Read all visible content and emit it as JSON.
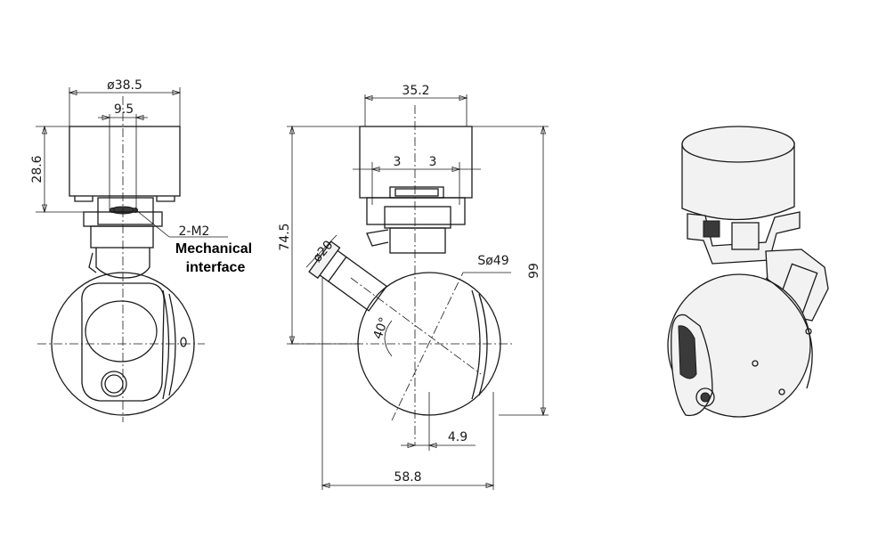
{
  "dimensions": {
    "front_diameter": "ø38.5",
    "front_width": "9.5",
    "front_height": "28.6",
    "screw": "2-M2",
    "side_width": "35.2",
    "side_left_offset": "3",
    "side_right_offset": "3",
    "side_height_mount": "74.5",
    "lens_diameter": "ø20",
    "ball_diameter": "Sø49",
    "tilt_angle": "40°",
    "total_height": "99",
    "offset": "4.9",
    "total_width": "58.8"
  },
  "annotation": {
    "line1": "Mechanical",
    "line2": "interface"
  }
}
